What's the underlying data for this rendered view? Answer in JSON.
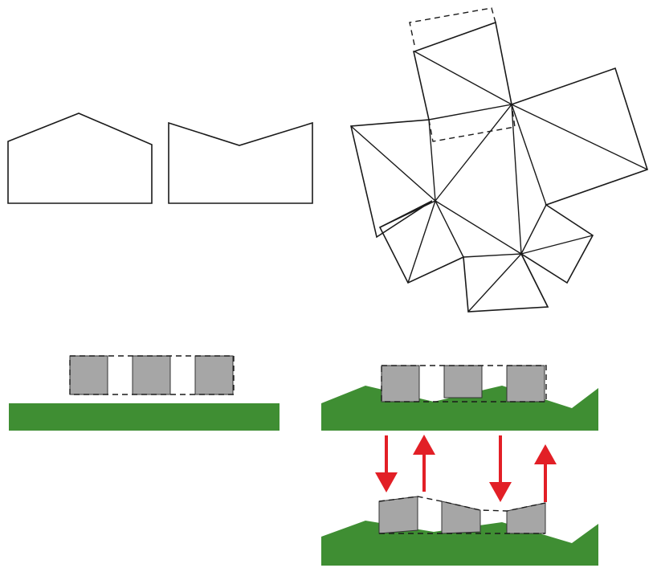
{
  "colors": {
    "ground": "#3f8e33",
    "block": "#a6a6a6",
    "arrow": "#e21f26",
    "line": "#1a1a1a"
  },
  "figure": {
    "panels": [
      "gable-roof-outline",
      "butterfly-roof-outline",
      "folded-roof-net",
      "blocks-on-flat-ground",
      "blocks-on-uneven-ground",
      "adjusted-blocks-on-uneven-ground"
    ],
    "arrows": [
      "down",
      "up",
      "down",
      "up"
    ],
    "block_count_per_row": 3
  }
}
